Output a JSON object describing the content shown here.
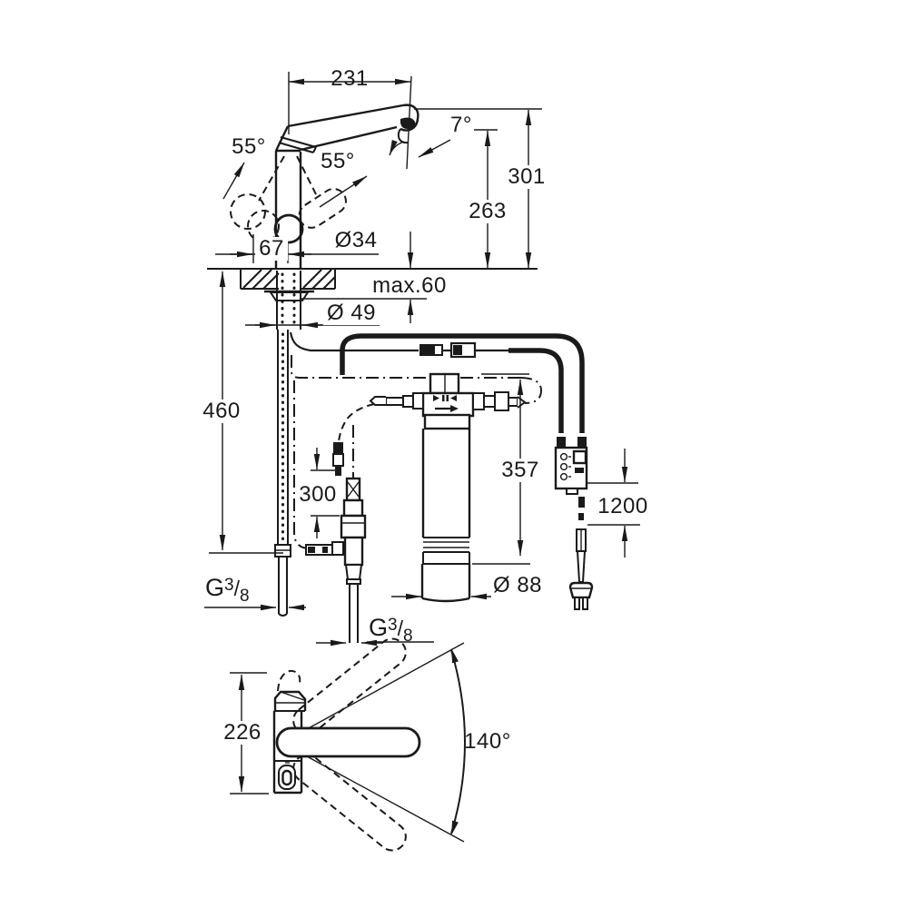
{
  "drawing": {
    "type": "technical-dimension-drawing",
    "subject": "kitchen faucet with filter cartridge, check valve, control box and power plug",
    "background_color": "#ffffff",
    "line_color": "#1a1a1a",
    "labels": {
      "spout_reach": "231",
      "spray_angle": "7°",
      "lever_angle_left": "55°",
      "lever_angle_right": "55°",
      "height_total": "301",
      "height_spout": "263",
      "handle_offset": "67",
      "body_diameter": "Ø34",
      "counter_thickness": "max.60",
      "hole_diameter": "Ø 49",
      "clearance_height": "460",
      "connection_hose_length": "300",
      "filter_height": "357",
      "power_cable_length": "1200",
      "filter_diameter": "Ø 88",
      "base_height": "226",
      "swivel_angle": "140°"
    },
    "thread_spec": {
      "letter": "G",
      "numerator": "3",
      "slash": "/",
      "denominator": "8"
    }
  }
}
